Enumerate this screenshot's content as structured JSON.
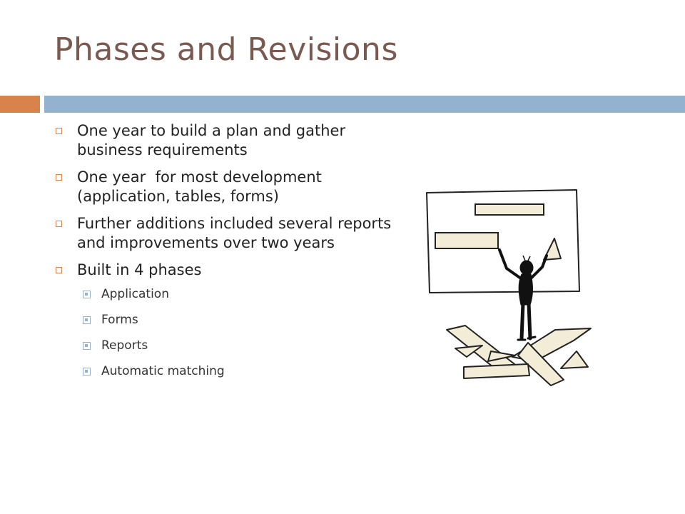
{
  "slide": {
    "title": "Phases and Revisions"
  },
  "bullets": [
    {
      "text": "One year to build a plan and gather business requirements"
    },
    {
      "text": "One year  for most development (application, tables, forms)"
    },
    {
      "text": "Further additions included several reports and improvements over two years"
    },
    {
      "text": "Built in 4 phases"
    }
  ],
  "sub_bullets": [
    {
      "text": "Application"
    },
    {
      "text": "Forms"
    },
    {
      "text": "Reports"
    },
    {
      "text": "Automatic matching"
    }
  ],
  "colors": {
    "title": "#7a5a50",
    "accent_orange": "#d9834c",
    "accent_blue": "#93b2cf"
  },
  "icons": {
    "clipart": "stick-figure-building-shapes-icon"
  }
}
